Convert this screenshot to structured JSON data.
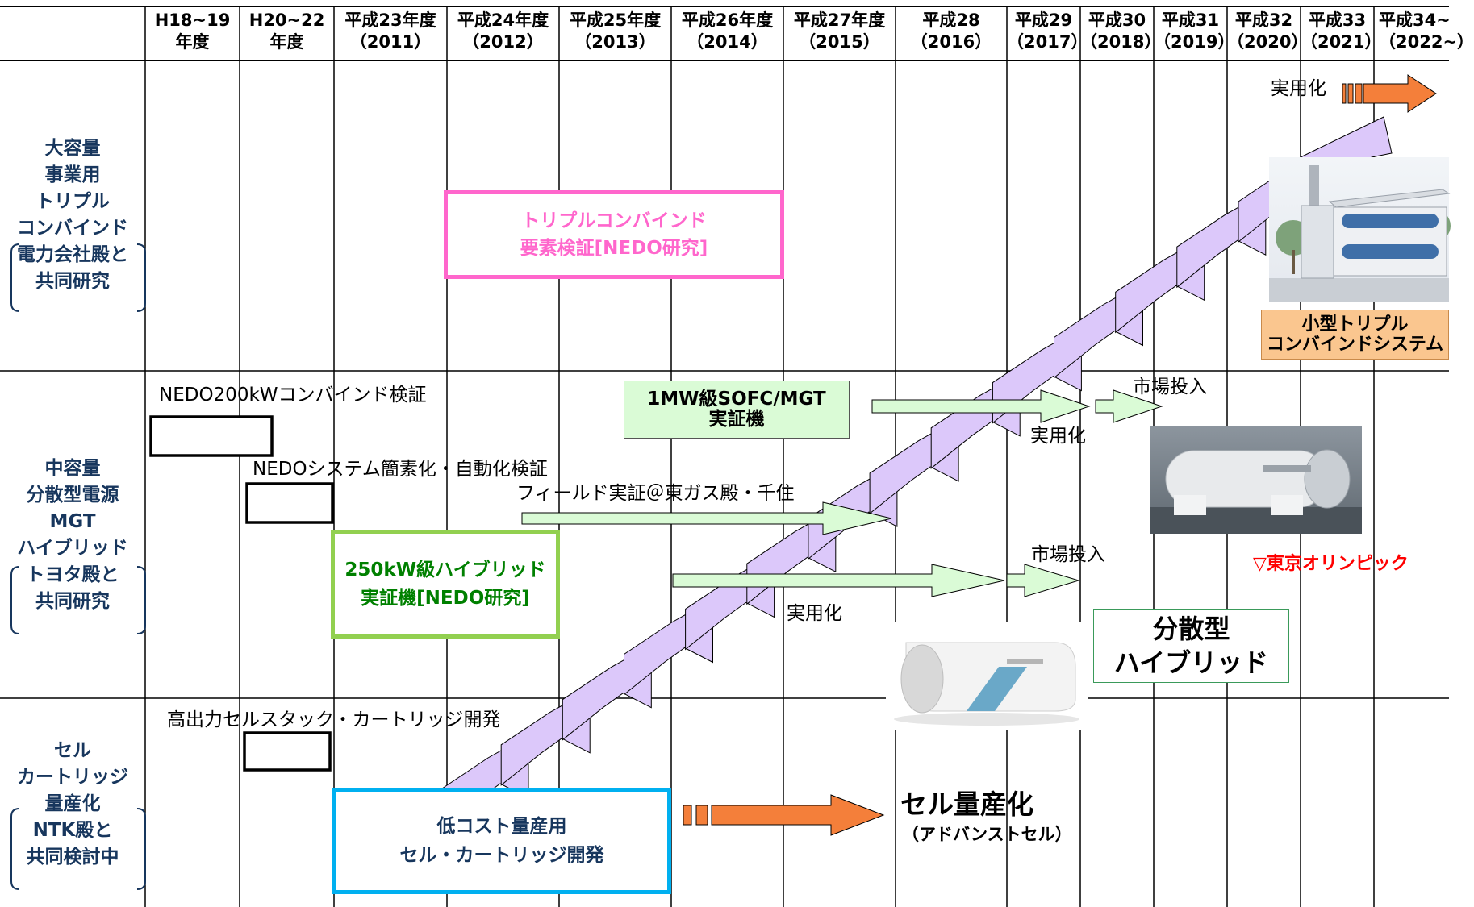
{
  "header": {
    "years": [
      {
        "l1": "H18~19",
        "l2": "年度"
      },
      {
        "l1": "H20~22",
        "l2": "年度"
      },
      {
        "l1": "平成23年度",
        "l2": "（2011）"
      },
      {
        "l1": "平成24年度",
        "l2": "（2012）"
      },
      {
        "l1": "平成25年度",
        "l2": "（2013）"
      },
      {
        "l1": "平成26年度",
        "l2": "（2014）"
      },
      {
        "l1": "平成27年度",
        "l2": "（2015）"
      },
      {
        "l1": "平成28",
        "l2": "（2016）"
      },
      {
        "l1": "平成29",
        "l2": "（2017）"
      },
      {
        "l1": "平成30",
        "l2": "（2018）"
      },
      {
        "l1": "平成31",
        "l2": "（2019）"
      },
      {
        "l1": "平成32",
        "l2": "（2020）"
      },
      {
        "l1": "平成33",
        "l2": "（2021）"
      },
      {
        "l1": "平成34~",
        "l2": "（2022~）"
      }
    ]
  },
  "rows": [
    {
      "lines": [
        "大容量",
        "事業用",
        "トリプル",
        "コンバインド"
      ],
      "partner": [
        "電力会社殿と",
        "共同研究"
      ]
    },
    {
      "lines": [
        "中容量",
        "分散型電源",
        "MGT",
        "ハイブリッド"
      ],
      "partner": [
        "トヨタ殿と",
        "共同研究"
      ]
    },
    {
      "lines": [
        "セル",
        "カートリッジ",
        "量産化"
      ],
      "partner": [
        "NTK殿と",
        "共同検討中"
      ]
    }
  ],
  "boxes": {
    "triple": [
      "トリプルコンバインド",
      "要素検証[NEDO研究]"
    ],
    "mw": [
      "1MW級SOFC/MGT",
      "実証機"
    ],
    "hybrid250": [
      "250kW級ハイブリッド",
      "実証機[NEDO研究]"
    ],
    "lowcost": [
      "低コスト量産用",
      "セル・カートリッジ開発"
    ],
    "small_triple": [
      "小型トリプル",
      "コンバインドシステム"
    ],
    "bunsan": [
      "分散型",
      "ハイブリッド"
    ]
  },
  "labels": {
    "jitsuyo_top": "実用化",
    "nedo200": "NEDO200kWコンバインド検証",
    "nedo_system": "NEDOシステム簡素化・自動化検証",
    "field": "フィールド実証＠東ガス殿・千住",
    "shijo1": "市場投入",
    "jitsuyo_mw": "実用化",
    "shijo2": "市場投入",
    "jitsuyo_mid": "実用化",
    "olympic": "▽東京オリンピック",
    "cell_stack": "高出力セルスタック・カートリッジ開発",
    "cell_mass": "セル量産化",
    "advanced": "（アドバンストセル）"
  },
  "colors": {
    "magenta": "#ff66cc",
    "green": "#92d050",
    "green_text": "#008000",
    "cyan": "#00b0f0",
    "lavender": "#dcc8fa",
    "light_green": "#dafbd6",
    "orange": "#f47f3a",
    "peach": "#fac68f",
    "red": "#ff0000",
    "navy": "#17365d"
  }
}
